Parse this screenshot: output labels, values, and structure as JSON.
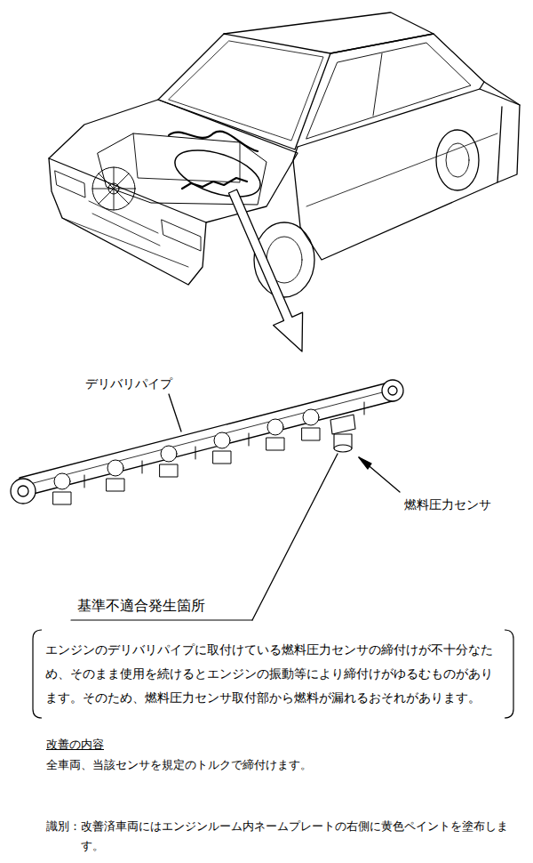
{
  "diagram": {
    "nodes": [
      {
        "text": [
          "基準不適合発生箇所",
          "エンジンのデリバリパイプに取付けている燃料圧力センサの締付けが不十分なため、そのまま使用を続けるとエンジンの振動等により締付けがゆるむものがあります。そのため、燃料圧力センサ取付部から燃料が漏れるおそれがあります。"
        ]
      }
    ],
    "labels": [
      "デリバリパイプ",
      "燃料圧力センサ",
      "改善の内容",
      "全車両、当該センサを規定のトルクで締付けます。",
      "識別：改善済車両にはエンジンルーム内ネームプレートの右側に黄色ペイントを塗布します。"
    ]
  }
}
